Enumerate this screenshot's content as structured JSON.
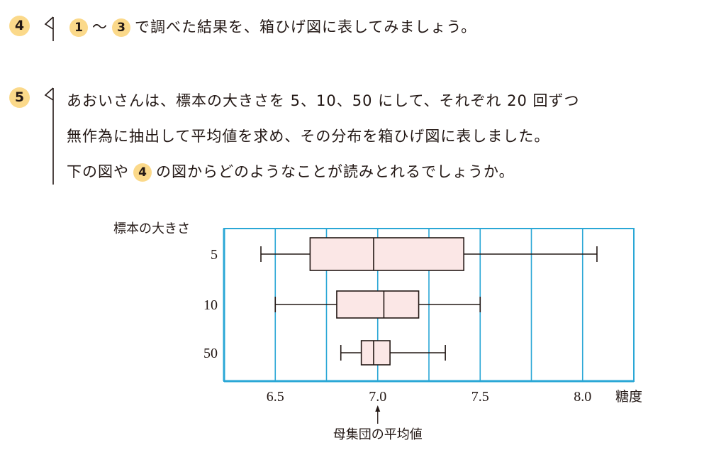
{
  "q4": {
    "number": "4",
    "ref_start": "1",
    "tilde": "〜",
    "ref_end": "3",
    "text": "で調べた結果を、箱ひげ図に表してみましょう。"
  },
  "q5": {
    "number": "5",
    "line1": "あおいさんは、標本の大きさを 5、10、50 にして、それぞれ 20 回ずつ",
    "line2": "無作為に抽出して平均値を求め、その分布を箱ひげ図に表しました。",
    "line3_pre": "下の図や",
    "line3_ref": "4",
    "line3_post": "の図からどのようなことが読みとれるでしょうか。"
  },
  "chart_data": {
    "type": "boxplot",
    "orientation": "horizontal",
    "ylabel": "標本の大きさ",
    "xlabel": "糖度",
    "xlim": [
      6.25,
      8.25
    ],
    "x_ticks": [
      "6.5",
      "7.0",
      "7.5",
      "8.0"
    ],
    "x_tick_values": [
      6.5,
      7.0,
      7.5,
      8.0
    ],
    "vertical_gridlines_every": 0.25,
    "categories": [
      "5",
      "10",
      "50"
    ],
    "boxes": [
      {
        "label": "5",
        "min": 6.43,
        "q1": 6.67,
        "median": 6.98,
        "q3": 7.42,
        "max": 8.07
      },
      {
        "label": "10",
        "min": 6.5,
        "q1": 6.8,
        "median": 7.03,
        "q3": 7.2,
        "max": 7.5
      },
      {
        "label": "50",
        "min": 6.82,
        "q1": 6.92,
        "median": 6.98,
        "q3": 7.06,
        "max": 7.33
      }
    ],
    "annotation": {
      "text": "母集団の平均値",
      "x": 7.0
    },
    "colors": {
      "frame": "#2aa7d6",
      "grid": "#2aa7d6",
      "box_fill": "#fbe7e6",
      "box_stroke": "#231815",
      "badge": "#fbd98a"
    }
  }
}
